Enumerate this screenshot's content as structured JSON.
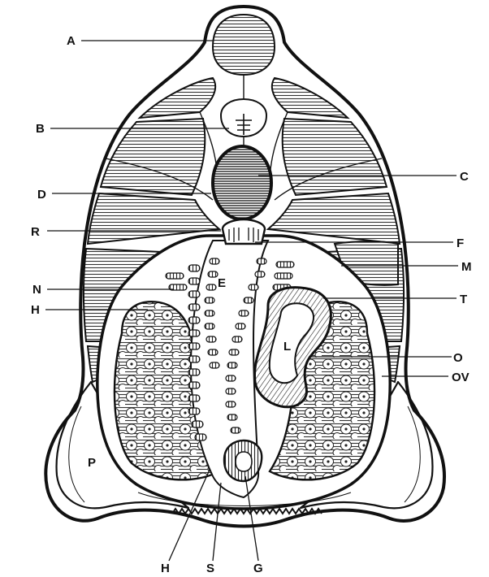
{
  "labels": {
    "A": "A",
    "B": "B",
    "C": "C",
    "D": "D",
    "R": "R",
    "F": "F",
    "M": "M",
    "N": "N",
    "E": "E",
    "T": "T",
    "H_left": "H",
    "L": "L",
    "O": "O",
    "OV": "OV",
    "P": "P",
    "H_bottom": "H",
    "S": "S",
    "G": "G"
  },
  "colors": {
    "ink": "#111111",
    "paper": "#ffffff",
    "hatch": "#555555"
  }
}
